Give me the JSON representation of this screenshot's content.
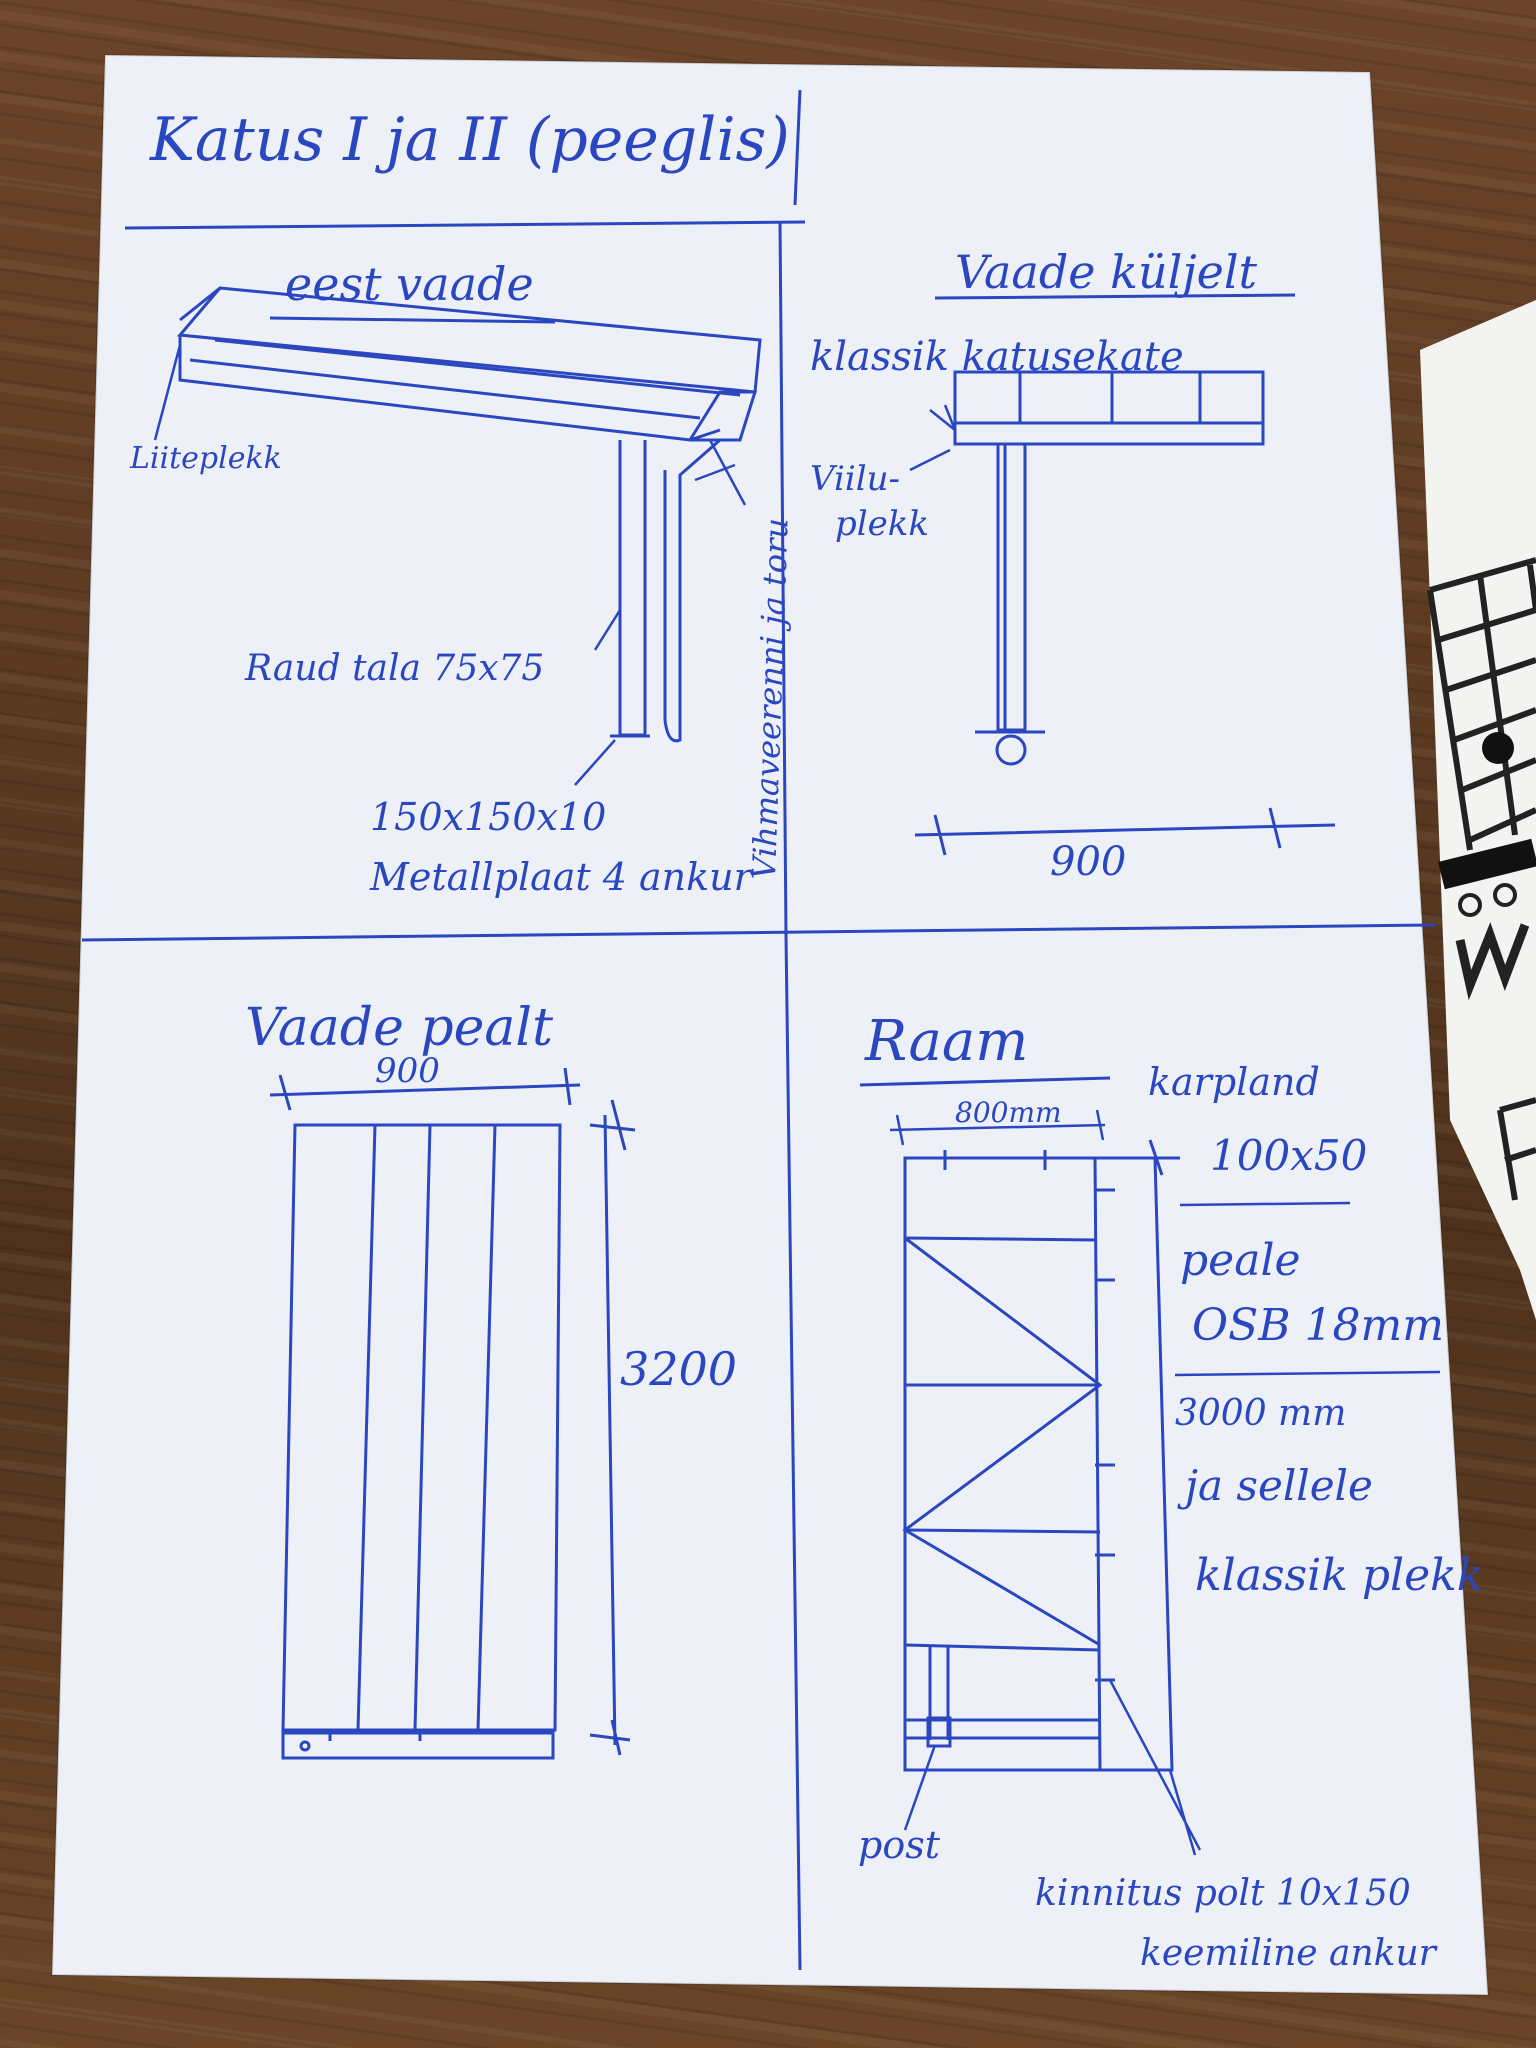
{
  "title": "Katus I ja II (peeglis)",
  "panels": {
    "front": {
      "heading": "eest vaade",
      "label_flashing": "Liiteplekk",
      "label_beam": "Raud tala 75x75",
      "label_plate_1": "150x150x10",
      "label_plate_2": "Metallplaat 4 ankur",
      "label_gutter": "Vihmaveerenni ja toru"
    },
    "side": {
      "heading": "Vaade küljelt",
      "label_roofing": "klassik katusekate",
      "label_drip_1": "Viilu-",
      "label_drip_2": "plekk",
      "dimension": "900"
    },
    "top": {
      "heading": "Vaade pealt",
      "dimension_width": "900",
      "dimension_length": "3200"
    },
    "frame": {
      "heading": "Raam",
      "dimension_width": "800mm",
      "label_board_1": "karpland",
      "label_board_2": "100x50",
      "label_cover_1": "peale",
      "label_cover_2": "OSB 18mm",
      "label_length": "3000 mm",
      "label_cover_3": "ja sellele",
      "label_cover_4": "klassik plekk",
      "label_post": "post",
      "label_bolt_1": "kinnitus polt 10x150",
      "label_bolt_2": "keemiline ankur"
    }
  },
  "colors": {
    "ink": "#2a47c0",
    "paper": "#eef0f8",
    "table": "#5c3b22"
  }
}
